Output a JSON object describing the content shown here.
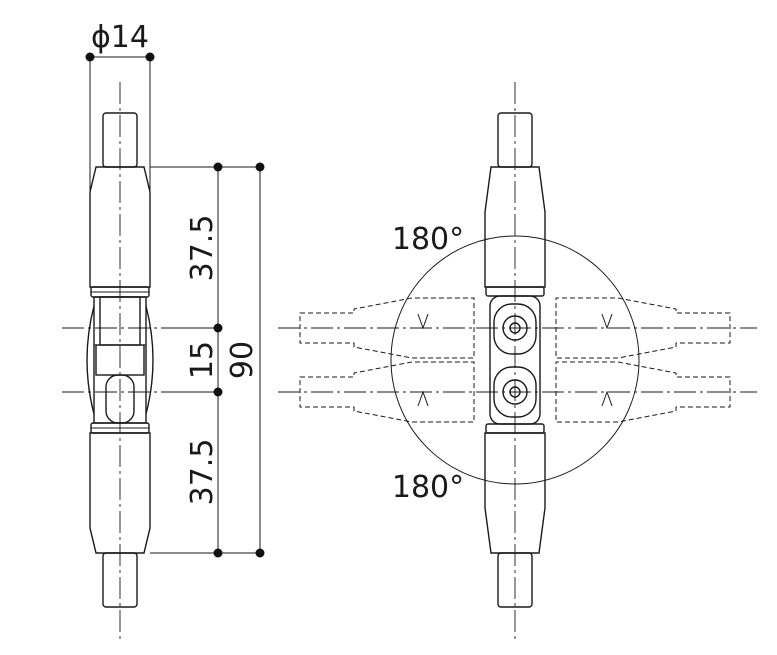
{
  "dimensions": {
    "diameter": "ϕ14",
    "upper_length": "37.5",
    "pivot_spacing": "15",
    "total_length": "90",
    "lower_length": "37.5"
  },
  "rotation": {
    "upper_angle": "180°",
    "lower_angle": "180°"
  },
  "colors": {
    "line": "#1a1a1a",
    "background": "#ffffff"
  }
}
